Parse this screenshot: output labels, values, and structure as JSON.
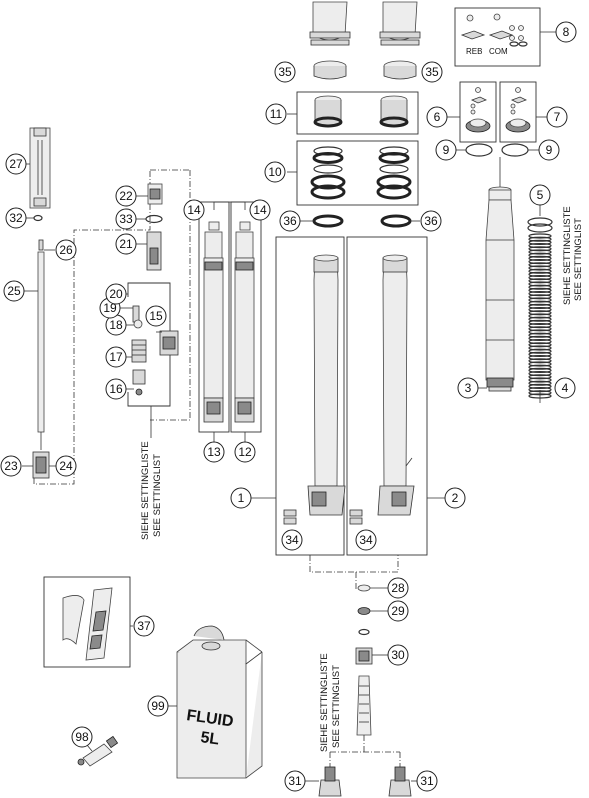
{
  "callouts": [
    "1",
    "2",
    "3",
    "4",
    "5",
    "6",
    "7",
    "8",
    "9",
    "10",
    "11",
    "12",
    "13",
    "14",
    "15",
    "16",
    "17",
    "18",
    "19",
    "20",
    "21",
    "22",
    "23",
    "24",
    "25",
    "26",
    "27",
    "28",
    "29",
    "30",
    "31",
    "32",
    "33",
    "34",
    "35",
    "36",
    "37",
    "98",
    "99"
  ],
  "notes": {
    "setting_de": "SIEHE SETTINGLISTE",
    "setting_en": "SEE SETTINGLIST"
  },
  "labels": {
    "reb": "REB",
    "com": "COM"
  },
  "can": {
    "line1": "FLUID",
    "line2": "5L"
  }
}
